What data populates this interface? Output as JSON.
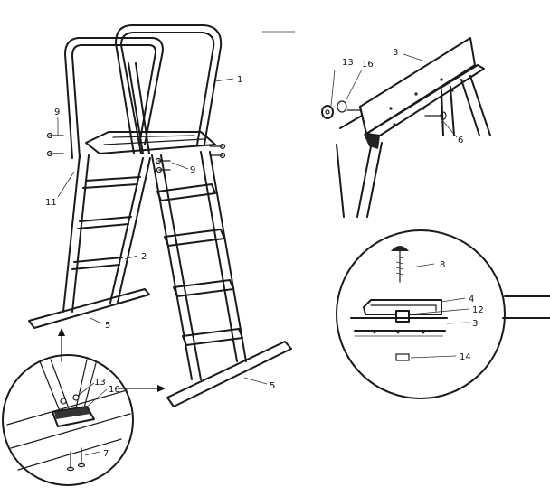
{
  "callouts": {
    "c1": "1",
    "c2": "2",
    "c3_bracket": "3",
    "c3_detail": "3",
    "c4": "4",
    "c5_left": "5",
    "c5_right": "5",
    "c6": "6",
    "c7": "7",
    "c8": "8",
    "c9_left": "9",
    "c9_center": "9",
    "c11": "11",
    "c12": "12",
    "c13_top": "13",
    "c13_bottom": "13",
    "c14": "14",
    "c16_top": "16",
    "c16_bottom": "16"
  }
}
